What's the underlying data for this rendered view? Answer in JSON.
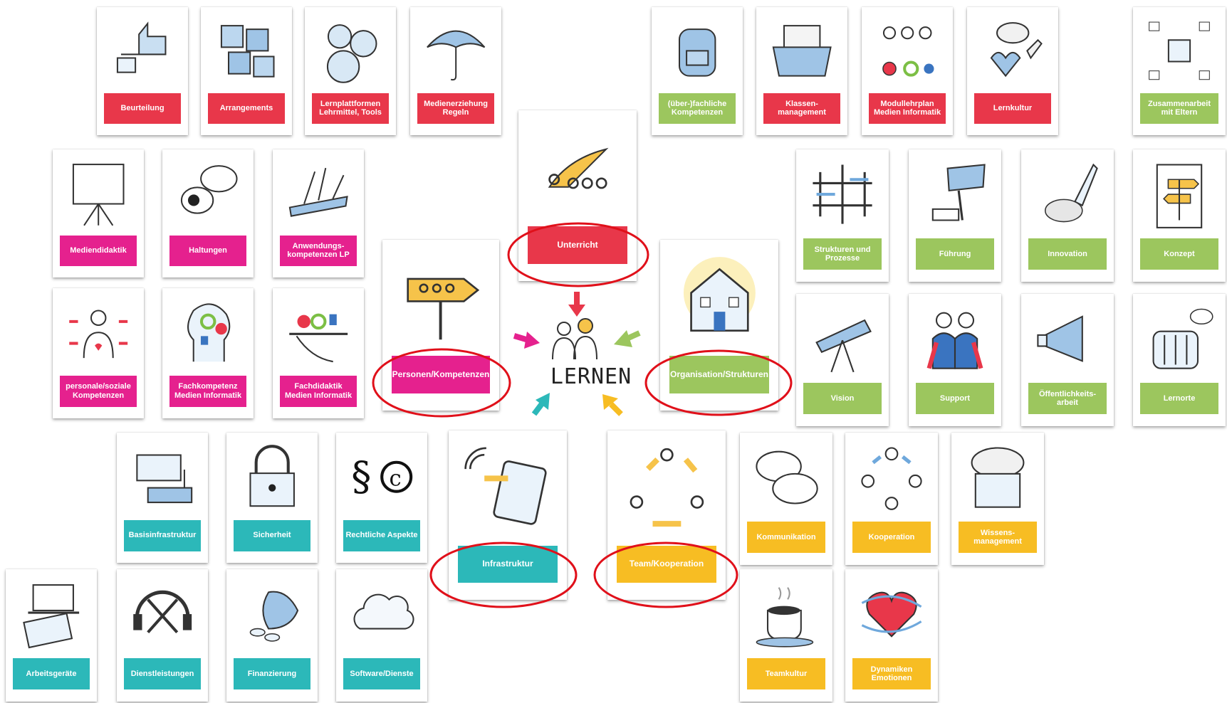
{
  "center": {
    "title": "LERNEN"
  },
  "categories": {
    "unterricht": "Unterricht",
    "personen": "Personen/Kompetenzen",
    "organisation": "Organisation/Strukturen",
    "infrastruktur": "Infrastruktur",
    "team": "Team/Kooperation"
  },
  "cards": {
    "beurteilung": "Beurteilung",
    "arrangements": "Arrangements",
    "lernplattformen": "Lernplattformen\nLehrmittel, Tools",
    "medienerziehung": "Medienerziehung\nRegeln",
    "mediendidaktik": "Mediendidaktik",
    "haltungen": "Haltungen",
    "anwendungskompetenzen": "Anwendungs-\nkompetenzen LP",
    "personale_soziale": "personale/soziale\nKompetenzen",
    "fachkompetenz": "Fachkompetenz\nMedien Informatik",
    "fachdidaktik": "Fachdidaktik\nMedien Informatik",
    "fachliche_kompetenzen": "(über-)fachliche\nKompetenzen",
    "klassenmanagement": "Klassen-\nmanagement",
    "modullehrplan": "Modullehrplan\nMedien Informatik",
    "lernkultur": "Lernkultur",
    "zusammenarbeit_eltern": "Zusammenarbeit\nmit Eltern",
    "strukturen_prozesse": "Strukturen und\nProzesse",
    "fuehrung": "Führung",
    "innovation": "Innovation",
    "konzept": "Konzept",
    "vision": "Vision",
    "support": "Support",
    "oeffentlichkeitsarbeit": "Öffentlichkeits-\narbeit",
    "lernorte": "Lernorte",
    "basisinfrastruktur": "Basisinfrastruktur",
    "sicherheit": "Sicherheit",
    "rechtliche_aspekte": "Rechtliche Aspekte",
    "arbeitsgeraete": "Arbeitsgeräte",
    "dienstleistungen": "Dienstleistungen",
    "finanzierung": "Finanzierung",
    "software_dienste": "Software/Dienste",
    "kommunikation": "Kommunikation",
    "kooperation": "Kooperation",
    "wissensmanagement": "Wissens-\nmanagement",
    "teamkultur": "Teamkultur",
    "dynamiken_emotionen": "Dynamiken\nEmotionen"
  },
  "colors": {
    "unterricht": "#e8374a",
    "personen": "#e5218e",
    "organisation": "#9cc65e",
    "infrastruktur": "#2cb8b9",
    "team": "#f7bd23",
    "highlight_ring": "#e0101a"
  }
}
